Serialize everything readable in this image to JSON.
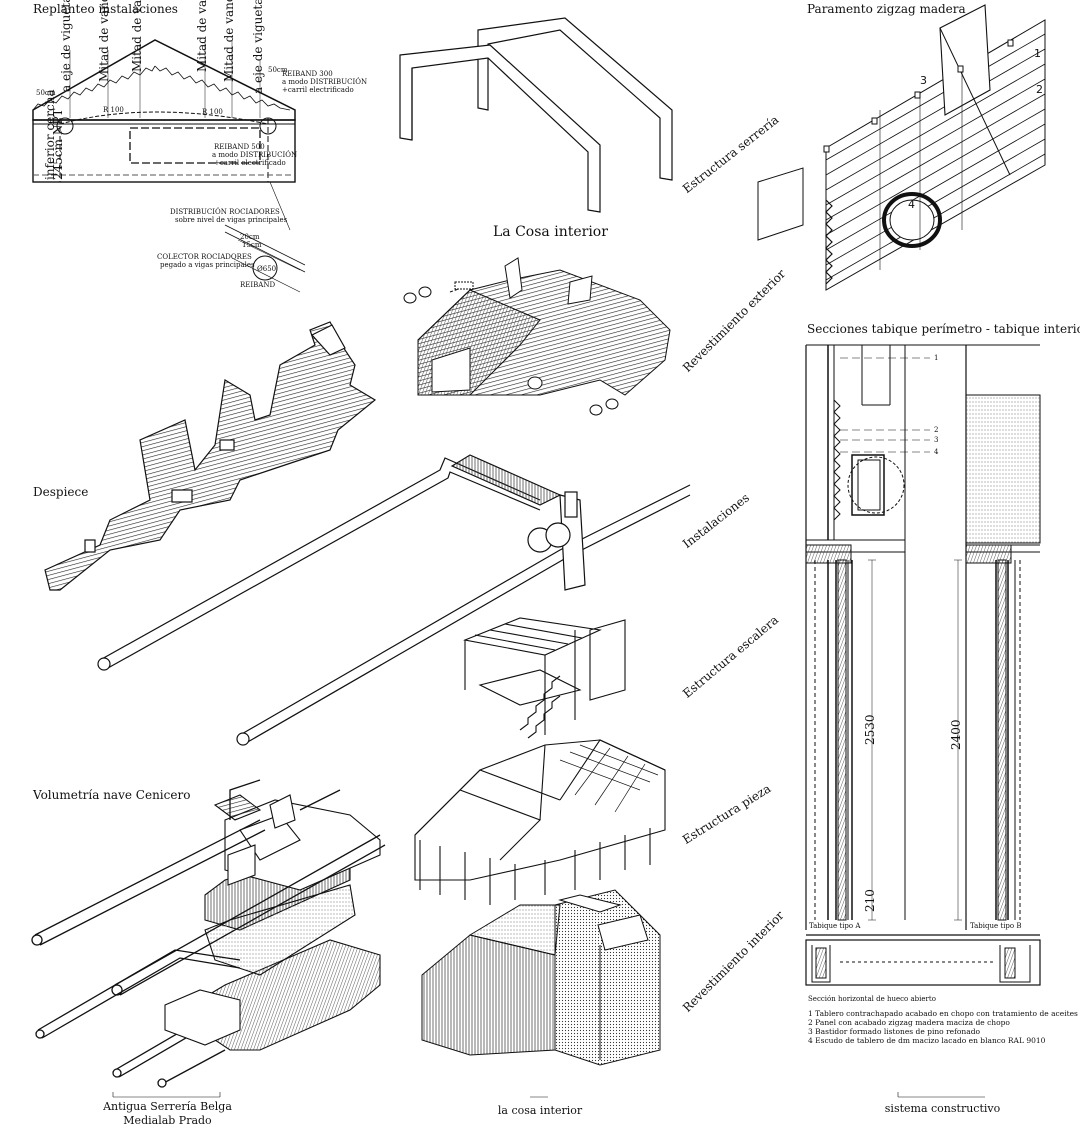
{
  "panels": {
    "replanteo_title": "Replanteo instalaciones",
    "paramento_title": "Paramento zigzag madera",
    "la_cosa_title": "La Cosa interior",
    "despiece_title": "Despiece",
    "secciones_title": "Secciones tabique perímetro - tabique interior",
    "volumetria_title": "Volumetría nave Cenicero"
  },
  "layer_labels": {
    "estructura_serreria": "Estructura serrería",
    "revestimiento_exterior": "Revestimiento exterior",
    "instalaciones": "Instalaciones",
    "estructura_escalera": "Estructura escalera",
    "estructura_pieza": "Estructura pieza",
    "revestimiento_interior": "Revestimiento interior"
  },
  "replanteo_annotations": {
    "eje_viguetas_left": "a eje de vigueta",
    "mitad_vano_1": "Mitad de vano",
    "mitad_vano_2": "Mitad de vano",
    "mitad_vano_3": "Mitad de vano",
    "mitad_vano_4": "Mitad de vano",
    "eje_viguetas_right": "a eje de vigueta",
    "dim_50_left": "50cm",
    "dim_50_right": "50cm",
    "r100_left": "R 100",
    "r100_mid": "R 100",
    "reiband300_a": "REIBAND 300",
    "reiband300_b": "a modo DISTRIBUCIÓN",
    "reiband300_c": "+carril electrificado",
    "reiband500_a": "REIBAND 500",
    "reiband500_b": "a modo DISTRIBUCIÓN",
    "reiband500_c": "+carril electrificado",
    "npt_left_a": "inferior cercha",
    "npt_left_b": "245cm NPT",
    "distrib_a": "DISTRIBUCIÓN ROCIADORES",
    "distrib_b": "sobre nivel de vigas principales",
    "dim_20": "20cm",
    "dim_15": "15cm",
    "colector_a": "COLECTOR ROCIADORES",
    "colector_b": "pegado a vigas principales",
    "diam": "Ø650",
    "reiband": "REIBAND"
  },
  "zigzag_numbers": [
    "1",
    "2",
    "3",
    "4"
  ],
  "section_numbers": [
    "1",
    "2",
    "3",
    "4"
  ],
  "section_dims": {
    "a": "2530",
    "b": "2400",
    "c": "210"
  },
  "tabique_a": "Tabique tipo A",
  "tabique_b": "Tabique tipo B",
  "seccion_horizontal": "Sección horizontal de hueco abierto",
  "legend": [
    "1   Tablero contrachapado acabado en chopo con tratamiento de aceites",
    "2   Panel con acabado zigzag madera maciza de chopo",
    "3   Bastidor formado listones de pino refonado",
    "4   Escudo de tablero de dm macizo lacado en blanco RAL 9010"
  ],
  "footer": {
    "left_1": "Antigua Serrería Belga",
    "left_2": "Medialab Prado",
    "middle": "la cosa interior",
    "right": "sistema constructivo"
  }
}
